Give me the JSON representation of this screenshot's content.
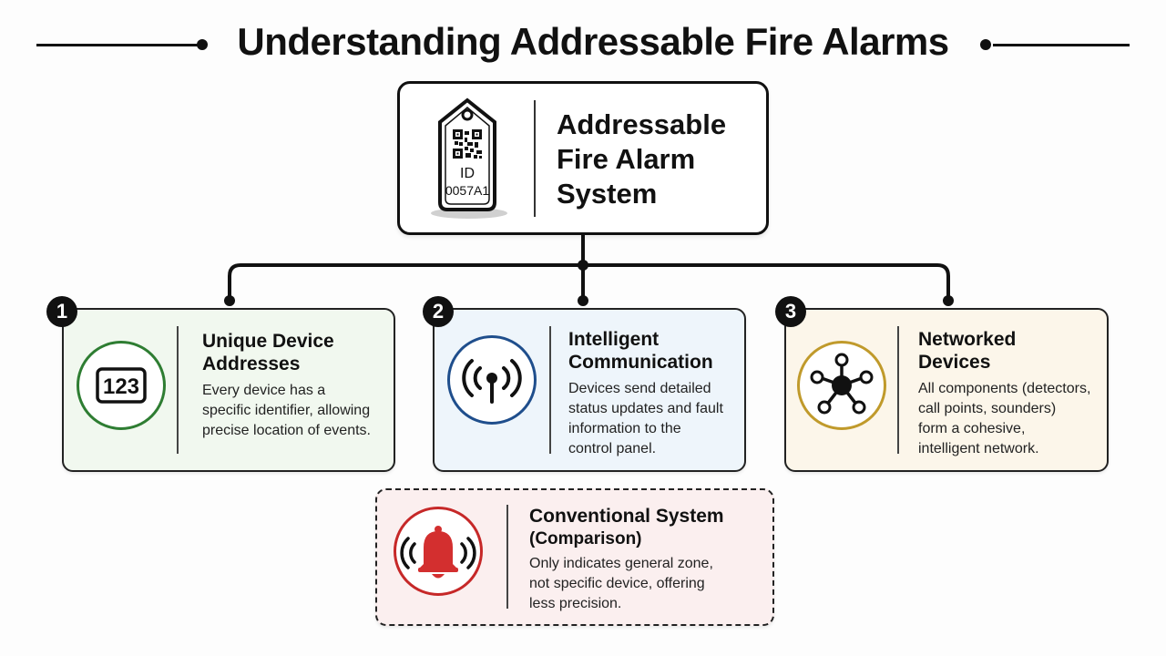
{
  "title": "Understanding Addressable Fire Alarms",
  "main": {
    "title_lines": [
      "Addressable",
      "Fire Alarm",
      "System"
    ],
    "tag": {
      "id_label": "ID",
      "id_value": "0057A1"
    }
  },
  "cards": [
    {
      "number": "1",
      "heading": [
        "Unique Device",
        "Addresses"
      ],
      "body": [
        "Every device has a",
        "specific identifier, allowing",
        "precise location of events."
      ],
      "icon": "number-123-icon",
      "icon_text": "123",
      "accent": "#2e7d32"
    },
    {
      "number": "2",
      "heading": [
        "Intelligent",
        "Communication"
      ],
      "body": [
        "Devices send detailed",
        "status updates and fault",
        "information to the",
        "control panel."
      ],
      "icon": "wireless-signal-icon",
      "accent": "#1f4e8c"
    },
    {
      "number": "3",
      "heading": [
        "Networked",
        "Devices"
      ],
      "body": [
        "All components (detectors,",
        "call points, sounders)",
        "form a cohesive,",
        "intelligent network."
      ],
      "icon": "network-hub-icon",
      "accent": "#c09a2b"
    }
  ],
  "comparison": {
    "heading": [
      "Conventional System",
      "(Comparison)"
    ],
    "body": [
      "Only indicates general zone,",
      "not specific device, offering",
      "less precision."
    ],
    "icon": "alarm-bell-icon",
    "accent": "#c62828"
  }
}
